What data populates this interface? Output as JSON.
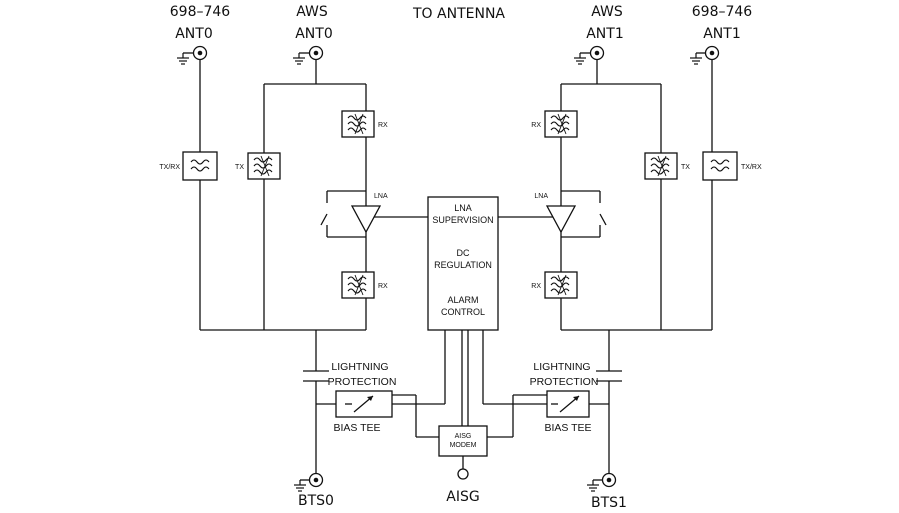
{
  "top": {
    "left_outer_freq": "698–746",
    "left_outer_name": "ANT0",
    "left_inner_freq": "AWS",
    "left_inner_name": "ANT0",
    "center": "TO ANTENNA",
    "right_inner_freq": "AWS",
    "right_inner_name": "ANT1",
    "right_outer_freq": "698–746",
    "right_outer_name": "ANT1"
  },
  "filters": {
    "txrx": "TX/RX",
    "tx": "TX",
    "rx": "RX"
  },
  "lna": "LNA",
  "controller": {
    "line1": "LNA",
    "line2": "SUPERVISION",
    "line3": "DC",
    "line4": "REGULATION",
    "line5": "ALARM",
    "line6": "CONTROL"
  },
  "protection": {
    "line1": "LIGHTNING",
    "line2": "PROTECTION"
  },
  "bias_tee": "BIAS TEE",
  "modem": {
    "line1": "AISG",
    "line2": "MODEM"
  },
  "ports": {
    "bts0": "BTS0",
    "aisg": "AISG",
    "bts1": "BTS1"
  },
  "colors": {
    "line": "#111111",
    "background": "#ffffff"
  }
}
